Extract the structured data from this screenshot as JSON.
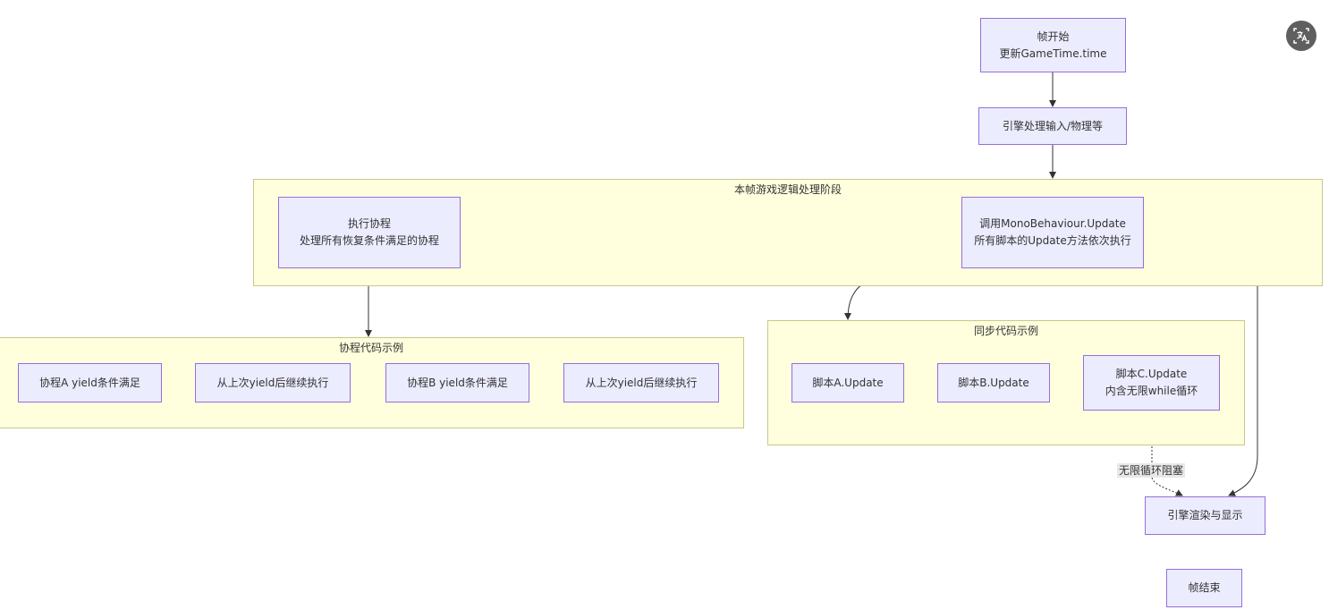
{
  "diagram": {
    "clusters": {
      "logic_phase": "本帧游戏逻辑处理阶段",
      "coroutine_example": "协程代码示例",
      "sync_example": "同步代码示例"
    },
    "nodes": {
      "frame_start": "帧开始\n更新GameTime.time",
      "engine_input": "引擎处理输入/物理等",
      "exec_coroutine": "执行协程\n处理所有恢复条件满足的协程",
      "call_update": "调用MonoBehaviour.Update\n所有脚本的Update方法依次执行",
      "coro_a": "协程A yield条件满足",
      "resume_a": "从上次yield后继续执行",
      "coro_b": "协程B yield条件满足",
      "resume_b": "从上次yield后继续执行",
      "script_a": "脚本A.Update",
      "script_b": "脚本B.Update",
      "script_c": "脚本C.Update\n内含无限while循环",
      "render": "引擎渲染与显示",
      "frame_end": "帧结束"
    },
    "edge_labels": {
      "infinite_block": "无限循环阻塞"
    }
  },
  "colors": {
    "node_fill": "#ececff",
    "node_border": "#9370db",
    "cluster_fill": "#ffffde",
    "cluster_border": "#c8c88a",
    "edge": "#333333"
  },
  "toolbar": {
    "icon": "translate-icon"
  }
}
